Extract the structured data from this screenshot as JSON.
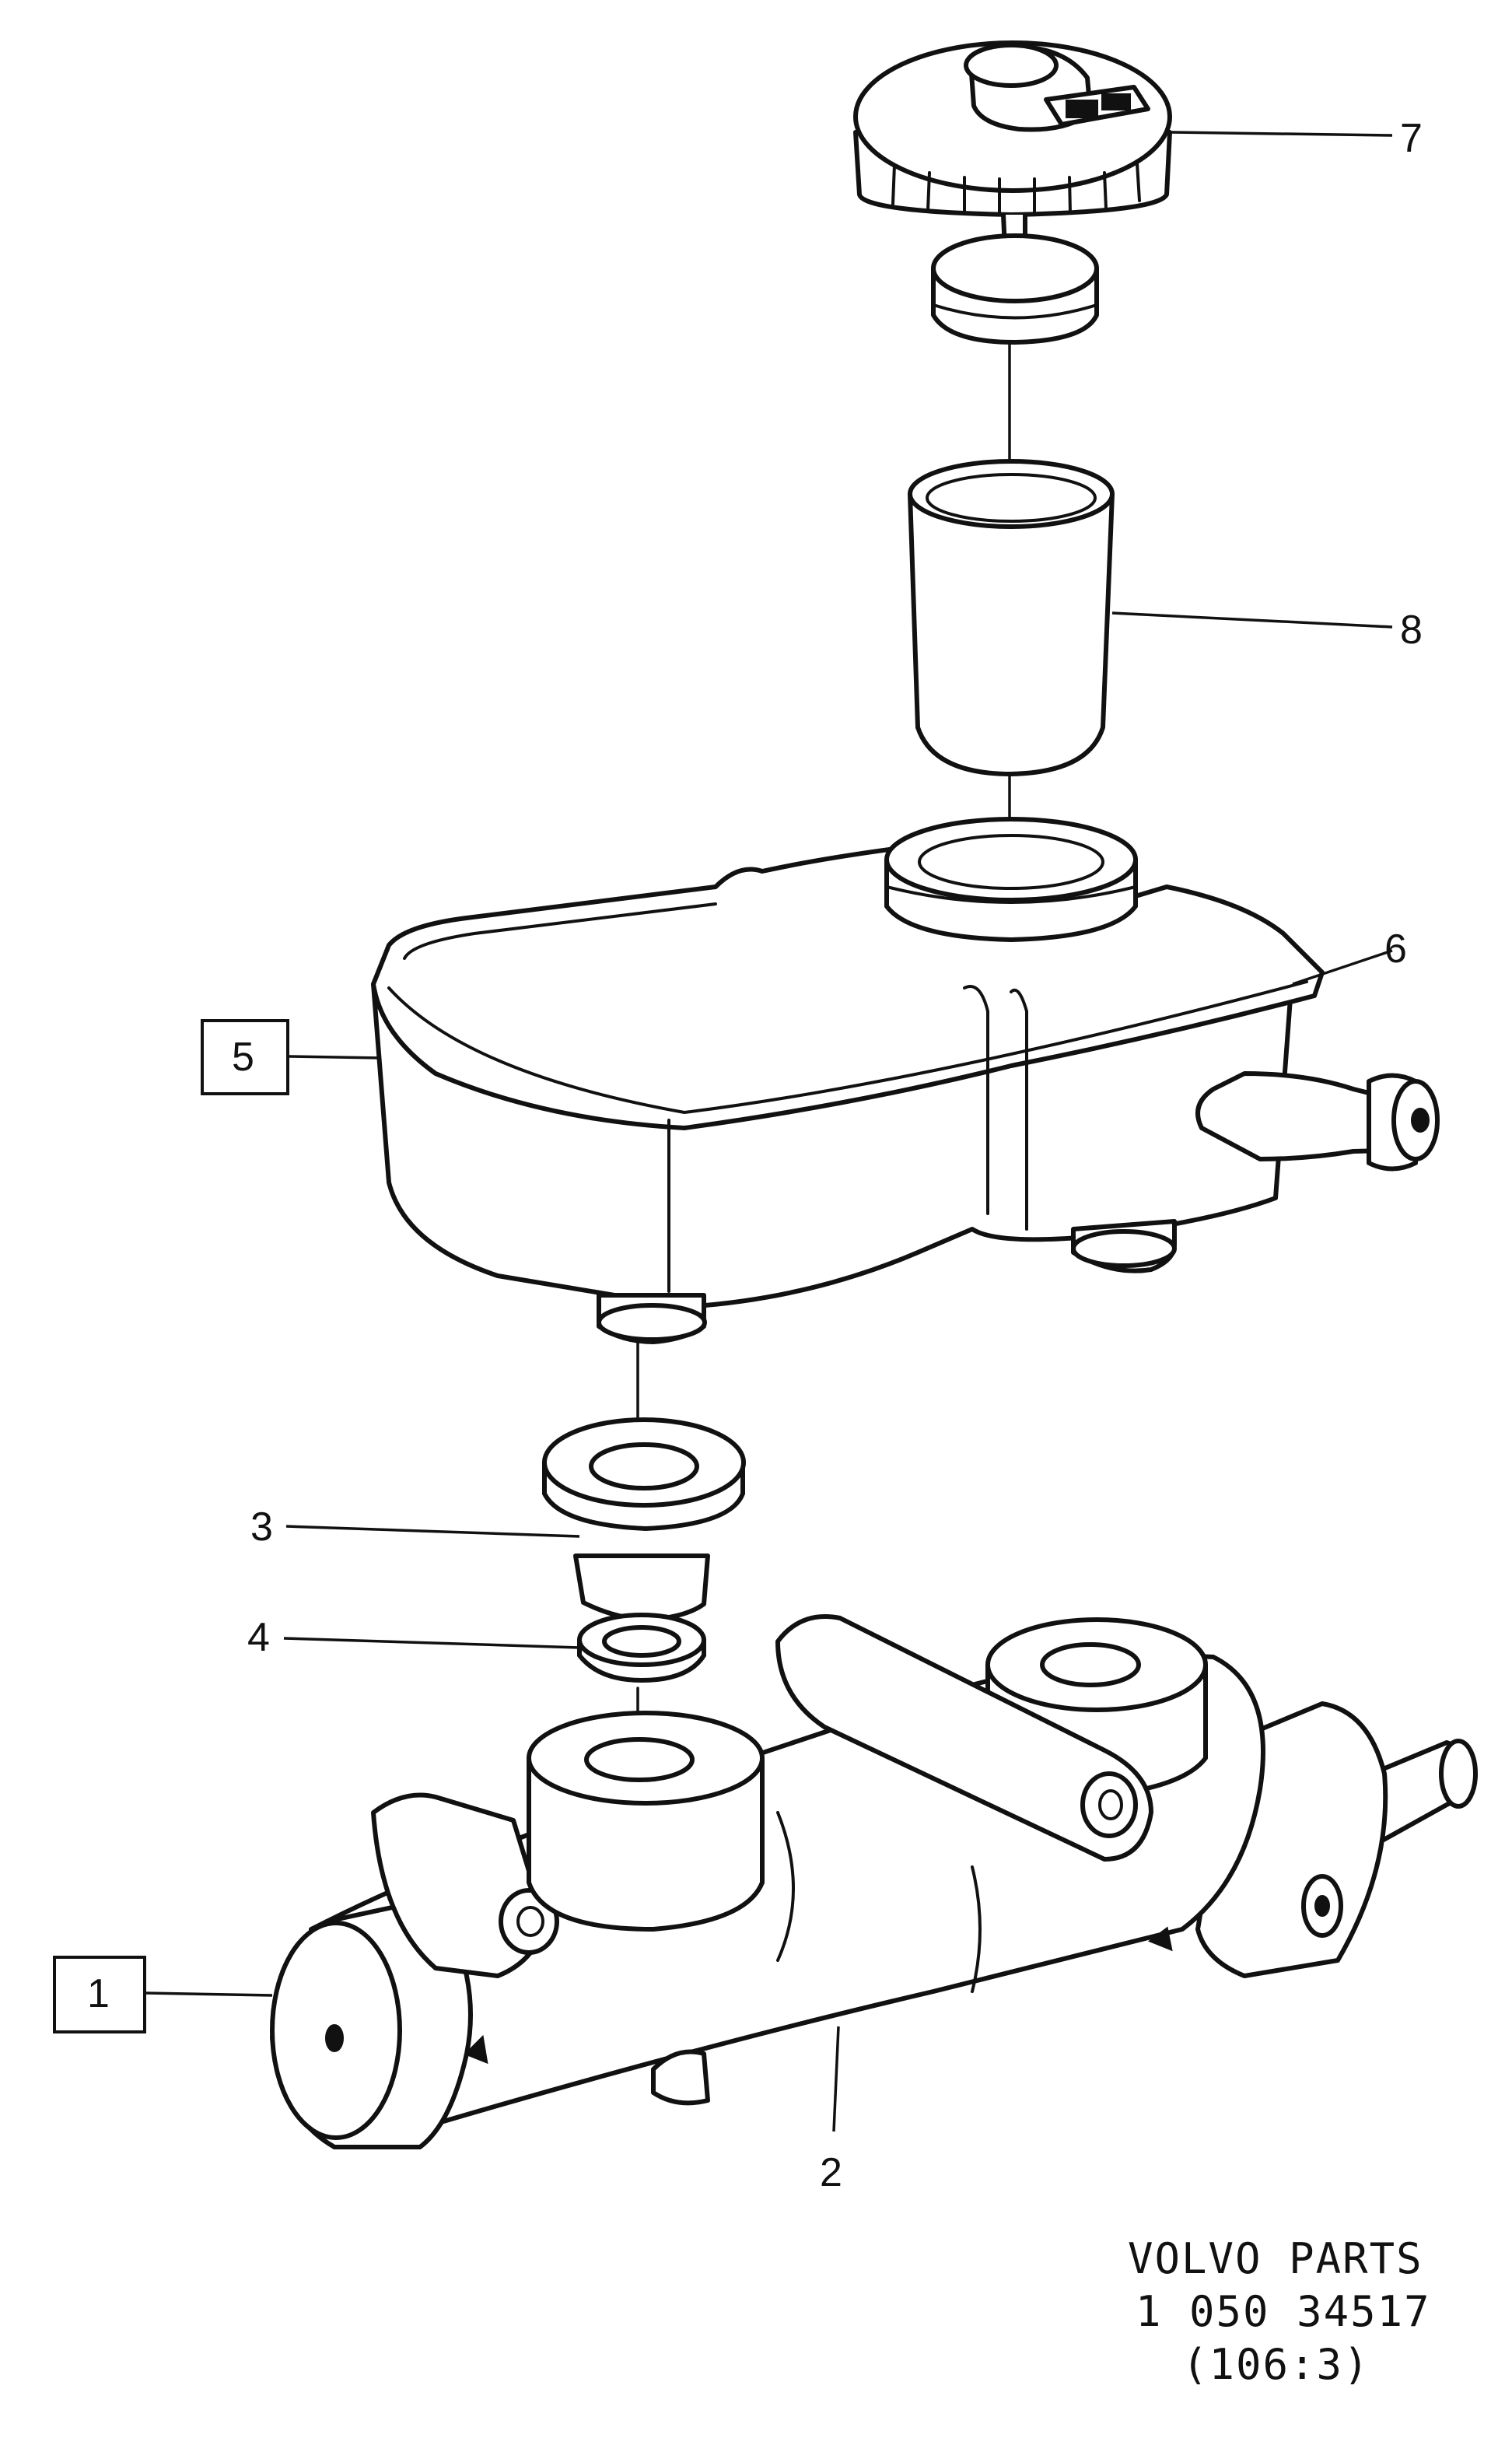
{
  "callouts": {
    "c1": "1",
    "c2": "2",
    "c3": "3",
    "c4": "4",
    "c5": "5",
    "c6": "6",
    "c7": "7",
    "c8": "8"
  },
  "footer": {
    "line1": "VOLVO  PARTS",
    "line2": "1  050  34517",
    "line3": "(106:3)"
  }
}
